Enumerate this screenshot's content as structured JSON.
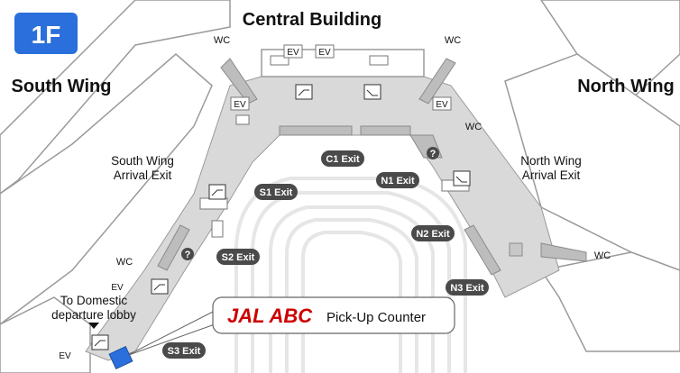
{
  "floor": {
    "badge_text": "1F",
    "color": "#2a6fdb"
  },
  "titles": {
    "central": "Central Building",
    "south": "South Wing",
    "north": "North Wing"
  },
  "areas": {
    "south_arrival_line1": "South Wing",
    "south_arrival_line2": "Arrival Exit",
    "north_arrival_line1": "North Wing",
    "north_arrival_line2": "Arrival Exit",
    "domestic_line1": "To Domestic",
    "domestic_line2": "departure lobby"
  },
  "exits": {
    "c1": "C1 Exit",
    "n1": "N1 Exit",
    "n2": "N2 Exit",
    "n3": "N3 Exit",
    "s1": "S1 Exit",
    "s2": "S2 Exit",
    "s3": "S3 Exit"
  },
  "facilities": {
    "wc": "WC",
    "ev": "EV",
    "info": "?"
  },
  "callout": {
    "brand": "JAL ABC",
    "text": "Pick-Up Counter",
    "brand_color": "#cc0000",
    "counter_color": "#2a6fdb"
  },
  "colors": {
    "concourse": "#d9d9d9",
    "outline": "#9a9a9a",
    "exit_badge": "#4a4a4a",
    "road": "#ececec"
  }
}
